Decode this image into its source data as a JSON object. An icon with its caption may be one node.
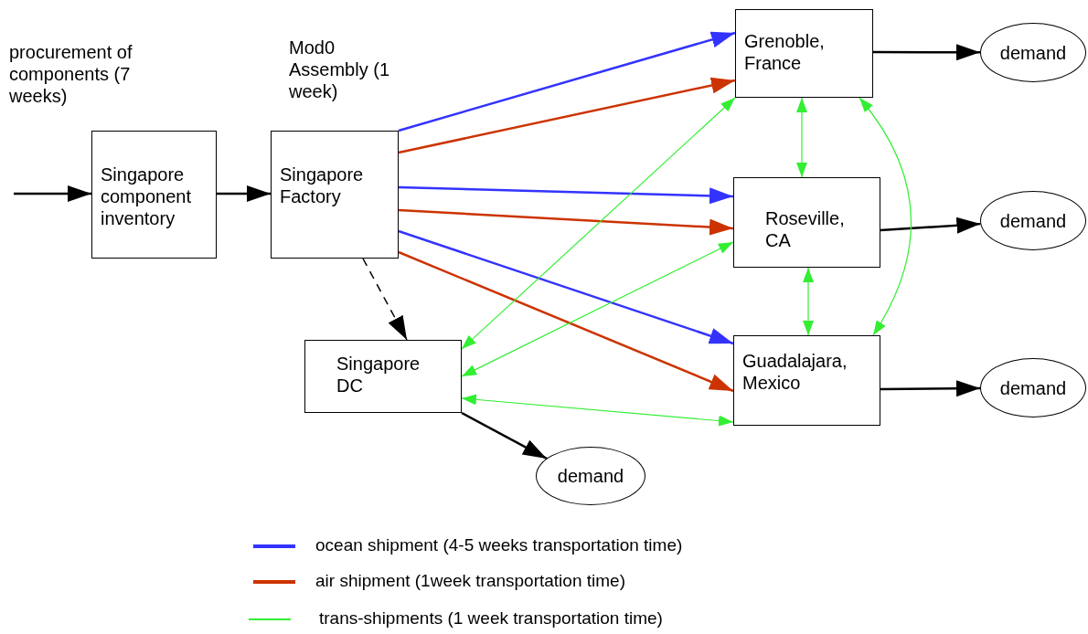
{
  "diagram": {
    "nodes": [
      {
        "text": [
          "Singapore component inventory"
        ],
        "beside": [
          "procurement of components (7 weeks)"
        ]
      },
      {
        "text": [
          "Singapore Factory"
        ],
        "beside": [
          "Mod0 Assembly (1 week)"
        ]
      },
      {
        "text": [
          "Singapore DC"
        ]
      },
      {
        "text": [
          "Grenoble, France"
        ]
      },
      {
        "text": [
          "Roseville, CA"
        ]
      },
      {
        "text": [
          "Guadalajara, Mexico"
        ]
      },
      {
        "text": [
          "demand"
        ]
      },
      {
        "text": [
          "demand"
        ]
      },
      {
        "text": [
          "demand"
        ]
      },
      {
        "text": [
          "demand"
        ]
      }
    ],
    "edges": [
      {
        "from": null,
        "to": 0,
        "arrow": "to"
      },
      {
        "from": 0,
        "to": 1,
        "arrow": "to"
      },
      {
        "from": 1,
        "to": 3,
        "arrow": "to",
        "color": "#3333ff"
      },
      {
        "from": 1,
        "to": 3,
        "arrow": "to",
        "color": "#cc3300"
      },
      {
        "from": 1,
        "to": 4,
        "arrow": "to",
        "color": "#3333ff"
      },
      {
        "from": 1,
        "to": 4,
        "arrow": "to",
        "color": "#cc3300"
      },
      {
        "from": 1,
        "to": 5,
        "arrow": "to",
        "color": "#3333ff"
      },
      {
        "from": 1,
        "to": 5,
        "arrow": "to",
        "color": "#cc3300"
      },
      {
        "from": 1,
        "to": 2,
        "arrow": "to",
        "style": "dashed"
      },
      {
        "from": 3,
        "to": 6,
        "arrow": "to"
      },
      {
        "from": 4,
        "to": 7,
        "arrow": "to"
      },
      {
        "from": 5,
        "to": 8,
        "arrow": "to"
      },
      {
        "from": 2,
        "to": 9,
        "arrow": "to"
      },
      {
        "from": 3,
        "to": 4,
        "arrow": "both",
        "color": "#33ee33"
      },
      {
        "from": 4,
        "to": 5,
        "arrow": "both",
        "color": "#33ee33"
      },
      {
        "from": 3,
        "to": 5,
        "arrow": "both",
        "color": "#33ee33"
      },
      {
        "from": 3,
        "to": 2,
        "arrow": "both",
        "color": "#33ee33"
      },
      {
        "from": 4,
        "to": 2,
        "arrow": "both",
        "color": "#33ee33"
      },
      {
        "from": 5,
        "to": 2,
        "arrow": "both",
        "color": "#33ee33"
      }
    ],
    "legend": [
      {
        "text": "ocean shipment (4-5 weeks transportation time)",
        "color": "#3333ff"
      },
      {
        "text": "air shipment (1week transportation time)",
        "color": "#cc3300"
      },
      {
        "text": "trans-shipments (1 week transportation time)",
        "color": "#33ee33"
      }
    ]
  }
}
